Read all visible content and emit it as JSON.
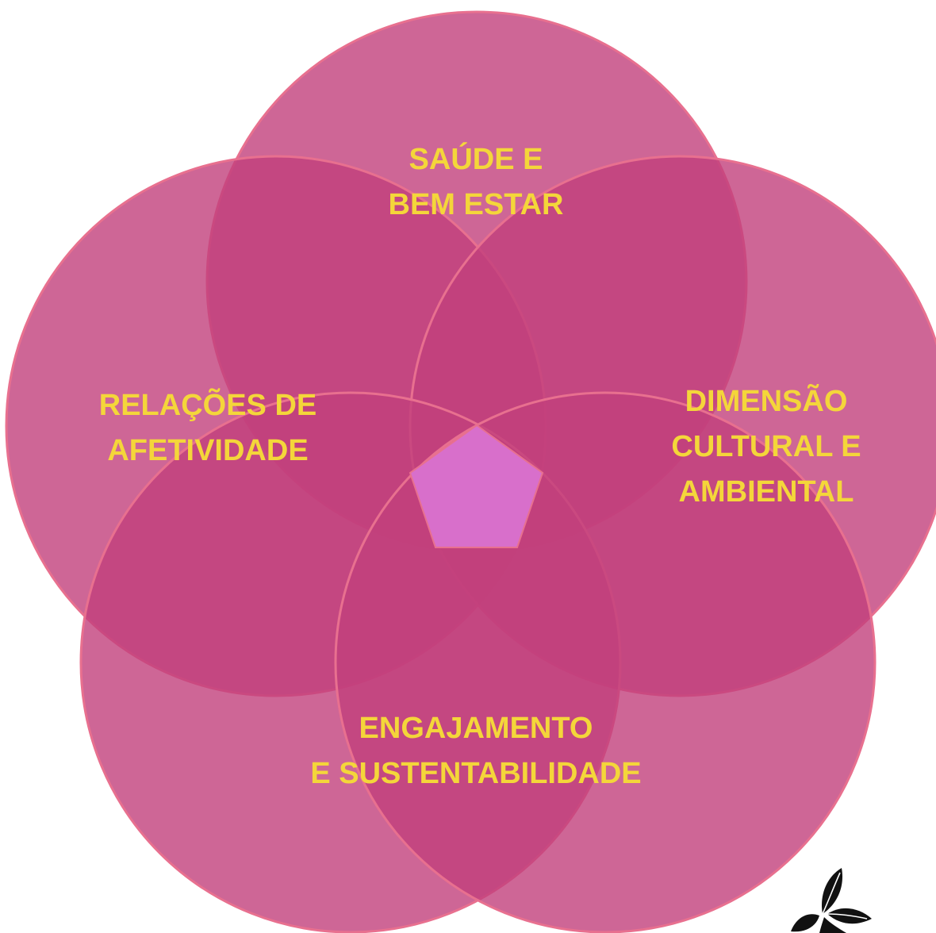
{
  "circles": [
    {
      "id": "top",
      "label_ref": "labels.top"
    },
    {
      "id": "left",
      "label_ref": "labels.left"
    },
    {
      "id": "right",
      "label_ref": "labels.right"
    },
    {
      "id": "bottom-left",
      "label_ref": "labels.bottom"
    },
    {
      "id": "bottom-right",
      "label_ref": "labels.bottom"
    }
  ],
  "labels": {
    "top": {
      "lines": [
        "SAÚDE E",
        "BEM ESTAR"
      ]
    },
    "left": {
      "lines": [
        "RELAÇÕES DE",
        "AFETIVIDADE"
      ]
    },
    "right": {
      "lines": [
        "DIMENSÃO",
        "CULTURAL E",
        "AMBIENTAL"
      ]
    },
    "bottom": {
      "lines": [
        "ENGAJAMENTO",
        "E SUSTENTABILIDADE"
      ]
    }
  },
  "colors": {
    "circle_fill": "#c2407c",
    "circle_stroke": "#e8708f",
    "label_text": "#f4d63a",
    "center_highlight": "#d86fcb",
    "background": "#ffffff",
    "logo": "#111111"
  },
  "logo": {
    "icon": "flower-leaf-logo"
  }
}
